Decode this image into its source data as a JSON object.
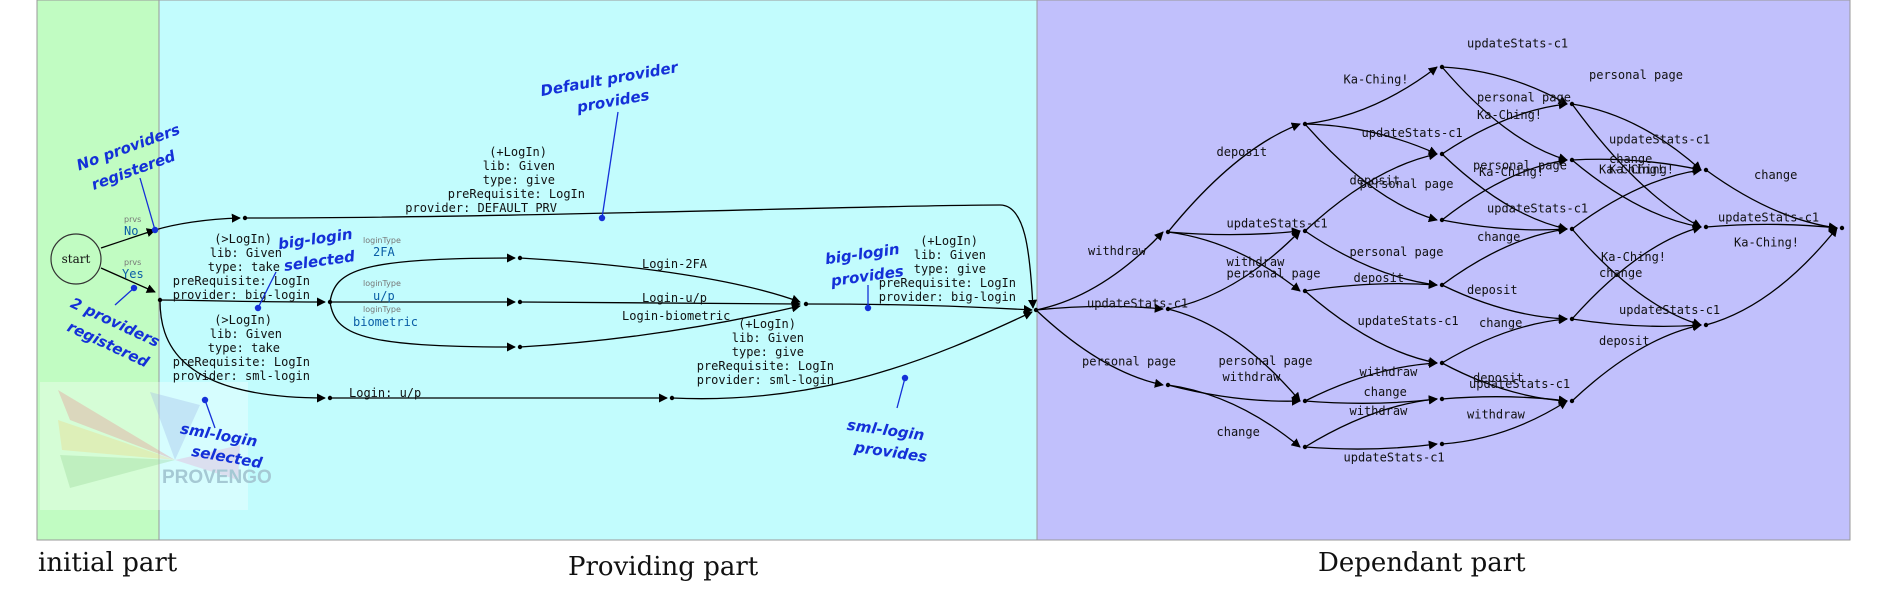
{
  "parts": {
    "initial": "initial part",
    "providing": "Providing part",
    "dependant": "Dependant part"
  },
  "colors": {
    "initial": "#c1fcc2",
    "providing": "#c2fcfd",
    "dependant": "#c1c0fc",
    "annotation": "#1430d8"
  },
  "start": {
    "label": "start"
  },
  "prvs": {
    "no": {
      "tag": "prvs",
      "value": "No"
    },
    "yes": {
      "tag": "prvs",
      "value": "Yes"
    }
  },
  "login_types": [
    {
      "tag": "loginType",
      "value": "2FA"
    },
    {
      "tag": "loginType",
      "value": "u/p"
    },
    {
      "tag": "loginType",
      "value": "biometric"
    }
  ],
  "events": {
    "take_big": [
      "(>LogIn)",
      "lib: Given",
      "type: take",
      "preRequisite: LogIn",
      "provider: big-login"
    ],
    "take_sml": [
      "(>LogIn)",
      "lib: Given",
      "type: take",
      "preRequisite: LogIn",
      "provider: sml-login"
    ],
    "give_default": [
      "(+LogIn)",
      "lib: Given",
      "type: give",
      "preRequisite: LogIn",
      "provider:   DEFAULT_PRV"
    ],
    "give_big": [
      "(+LogIn)",
      "lib: Given",
      "type: give",
      "preRequisite: LogIn",
      "provider: big-login"
    ],
    "give_sml": [
      "(+LogIn)",
      "lib: Given",
      "type: give",
      "preRequisite: LogIn",
      "provider: sml-login"
    ]
  },
  "edge_labels": {
    "login_2fa": "Login-2FA",
    "login_up": "Login-u/p",
    "login_bio": "Login-biometric",
    "login_sml": "Login: u/p"
  },
  "annotations": {
    "no_providers": [
      "No providers",
      "registered"
    ],
    "two_providers": [
      "2 providers",
      "registered"
    ],
    "default_provider": [
      "Default provider",
      "provides"
    ],
    "big_selected": [
      "big-login",
      "selected"
    ],
    "big_provides": [
      "big-login",
      "provides"
    ],
    "sml_selected": [
      "sml-login",
      "selected"
    ],
    "sml_provides": [
      "sml-login",
      "provides"
    ]
  },
  "dependant_labels": {
    "withdraw": "withdraw",
    "deposit": "deposit",
    "change": "change",
    "update": "updateStats-c1",
    "personal": "personal page",
    "kaching": "Ka-Ching!"
  },
  "watermark": "PROVENGO"
}
